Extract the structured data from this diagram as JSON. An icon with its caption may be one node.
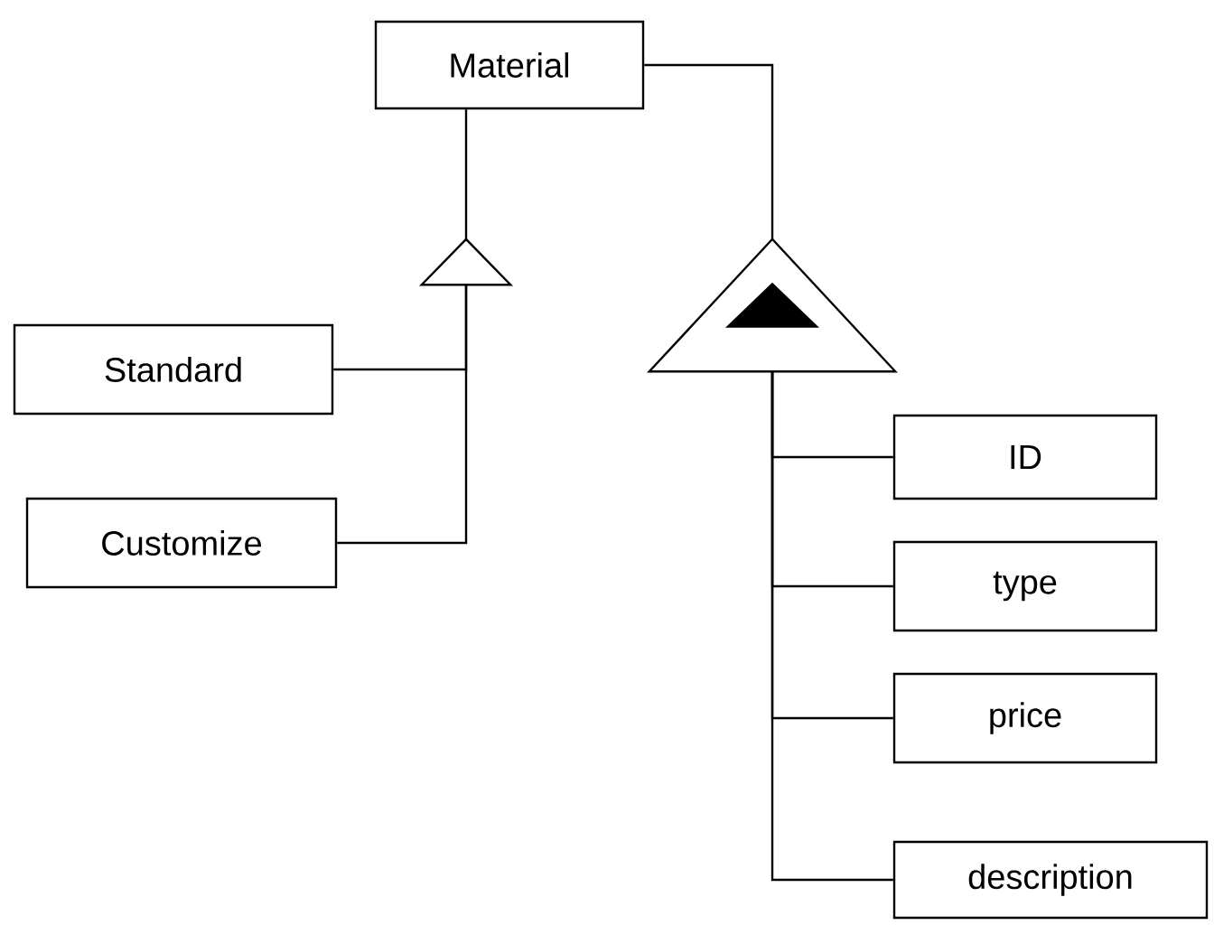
{
  "diagram": {
    "nodes": [
      {
        "text": [
          "Material"
        ]
      },
      {
        "text": [],
        "shape": "triangle"
      },
      {
        "text": [
          "Standard"
        ]
      },
      {
        "text": [
          "Customize"
        ]
      },
      {
        "text": [],
        "shape": "triangle"
      },
      {
        "text": [
          "ID"
        ]
      },
      {
        "text": [
          "type"
        ]
      },
      {
        "text": [
          "price"
        ]
      },
      {
        "text": [
          "description"
        ]
      }
    ],
    "edges": [
      {
        "from": 0,
        "to": 1,
        "arrow": "none"
      },
      {
        "from": 1,
        "to": 2,
        "arrow": "none"
      },
      {
        "from": 1,
        "to": 3,
        "arrow": "none"
      },
      {
        "from": 0,
        "to": 4,
        "arrow": "none"
      },
      {
        "from": 4,
        "to": 5,
        "arrow": "none"
      },
      {
        "from": 4,
        "to": 6,
        "arrow": "none"
      },
      {
        "from": 4,
        "to": 7,
        "arrow": "none"
      },
      {
        "from": 4,
        "to": 8,
        "arrow": "none"
      }
    ]
  }
}
